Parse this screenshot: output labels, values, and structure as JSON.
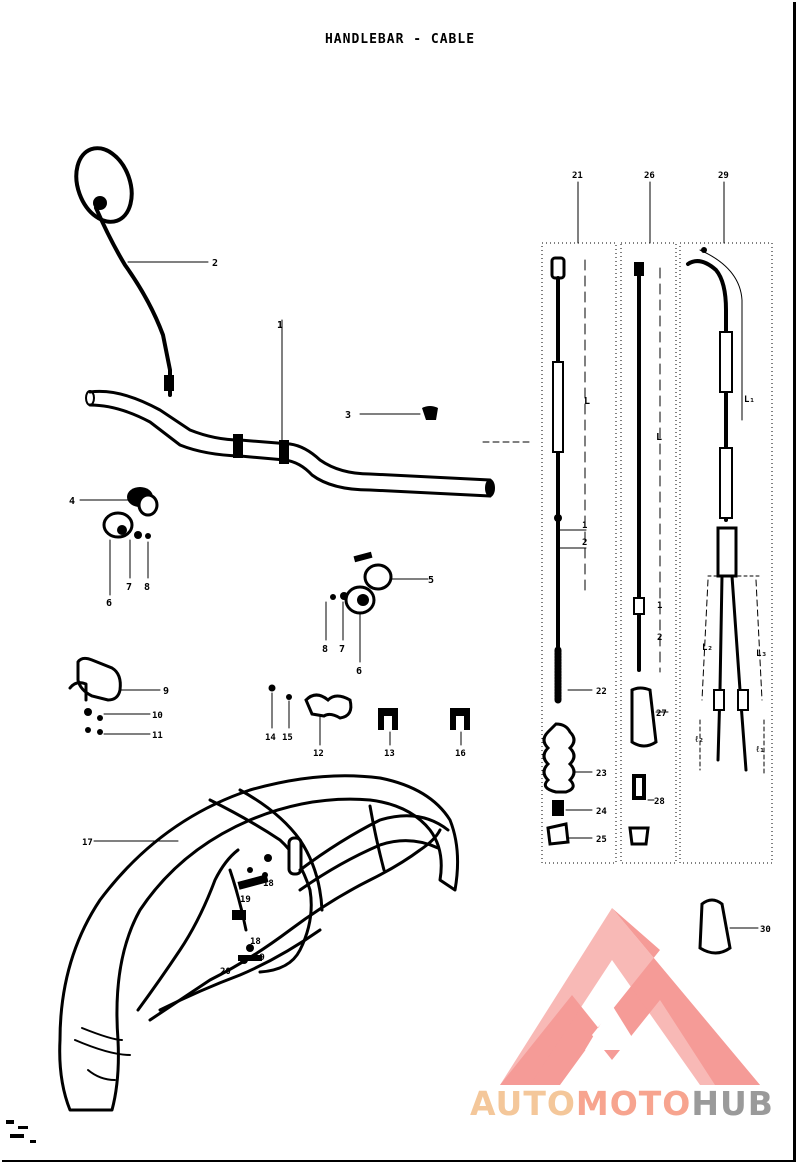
{
  "title": "HANDLEBAR - CABLE",
  "logo": {
    "part1": "AUTO",
    "part2": "MOTO",
    "part3": "HUB",
    "colors": {
      "triangle": "#f48a86",
      "part1": "#f4c79a",
      "part2": "#f7a48f",
      "part3": "#9a9a9a"
    }
  },
  "labels": {
    "l1": "1",
    "l2": "2",
    "l3": "3",
    "l4": "4",
    "l5": "5",
    "l6a": "6",
    "l7a": "7",
    "l8a": "8",
    "l8b": "8",
    "l7b": "7",
    "l6b": "6",
    "l9": "9",
    "l10": "10",
    "l11": "11",
    "l14": "14",
    "l15": "15",
    "l12": "12",
    "l13": "13",
    "l16": "16",
    "l17": "17",
    "l18a": "18",
    "l19a": "19",
    "l18b": "18",
    "l19b": "19",
    "l20": "20",
    "l21": "21",
    "l26": "26",
    "l29": "29",
    "l22": "22",
    "l23": "23",
    "l24": "24",
    "l25": "25",
    "l27": "27",
    "l28": "28",
    "l30": "30",
    "L21": "L",
    "L26": "L",
    "L29": "L₁",
    "L29b": "L₂",
    "L29c": "L₃",
    "l21_1": "1",
    "l21_2": "2",
    "l26_1": "1",
    "l26_2": "2",
    "l29_l2a": "ℓ₂",
    "l29_l2b": "ℓ₁"
  }
}
